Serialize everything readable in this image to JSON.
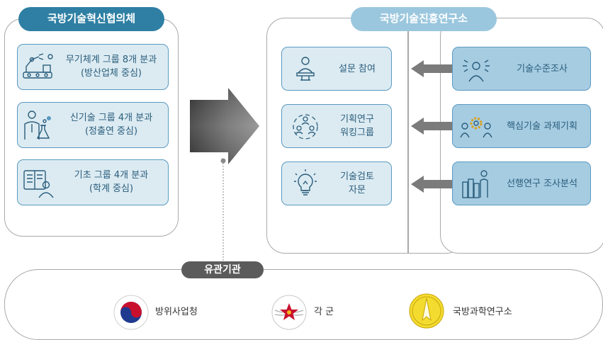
{
  "left": {
    "title": "국방기술혁신협의체",
    "groups": [
      {
        "line1": "무기체계 그룹 8개 분과",
        "line2": "(방산업체 중심)",
        "icon": "robot-arm-factory-icon"
      },
      {
        "line1": "신기술 그룹 4개 분과",
        "line2": "(정출연 중심)",
        "icon": "scientist-flask-icon"
      },
      {
        "line1": "기초 그룹 4개 분과",
        "line2": "(학계 중심)",
        "icon": "book-reader-icon"
      }
    ]
  },
  "center": {
    "title": "국방기술진흥연구소",
    "activities": [
      {
        "line1": "설문 참여",
        "line2": "",
        "icon": "person-at-desk-icon"
      },
      {
        "line1": "기획연구",
        "line2": "워킹그룹",
        "icon": "group-circle-icon"
      },
      {
        "line1": "기술검토",
        "line2": "자문",
        "icon": "lightbulb-icon"
      }
    ],
    "tasks": [
      {
        "label": "기술수준조사",
        "icon": "person-signals-icon"
      },
      {
        "label": "핵심기술 과제기획",
        "icon": "people-gear-icon"
      },
      {
        "label": "선행연구 조사분석",
        "icon": "person-files-icon"
      }
    ]
  },
  "bottom": {
    "title": "유관기관",
    "orgs": [
      {
        "label": "방위사업청",
        "icon": "dapa-taeguk-emblem-icon"
      },
      {
        "label": "각 군",
        "icon": "military-star-emblem-icon"
      },
      {
        "label": "국방과학연구소",
        "icon": "add-gold-emblem-icon"
      }
    ]
  },
  "colors": {
    "dark_teal": "#2e7fa3",
    "light_blue": "#9bc7de",
    "card_fill": "#dcebf2",
    "card_border": "#5a9ac0",
    "task_fill": "#a6cce2",
    "arrow": "#7b7b7b"
  }
}
